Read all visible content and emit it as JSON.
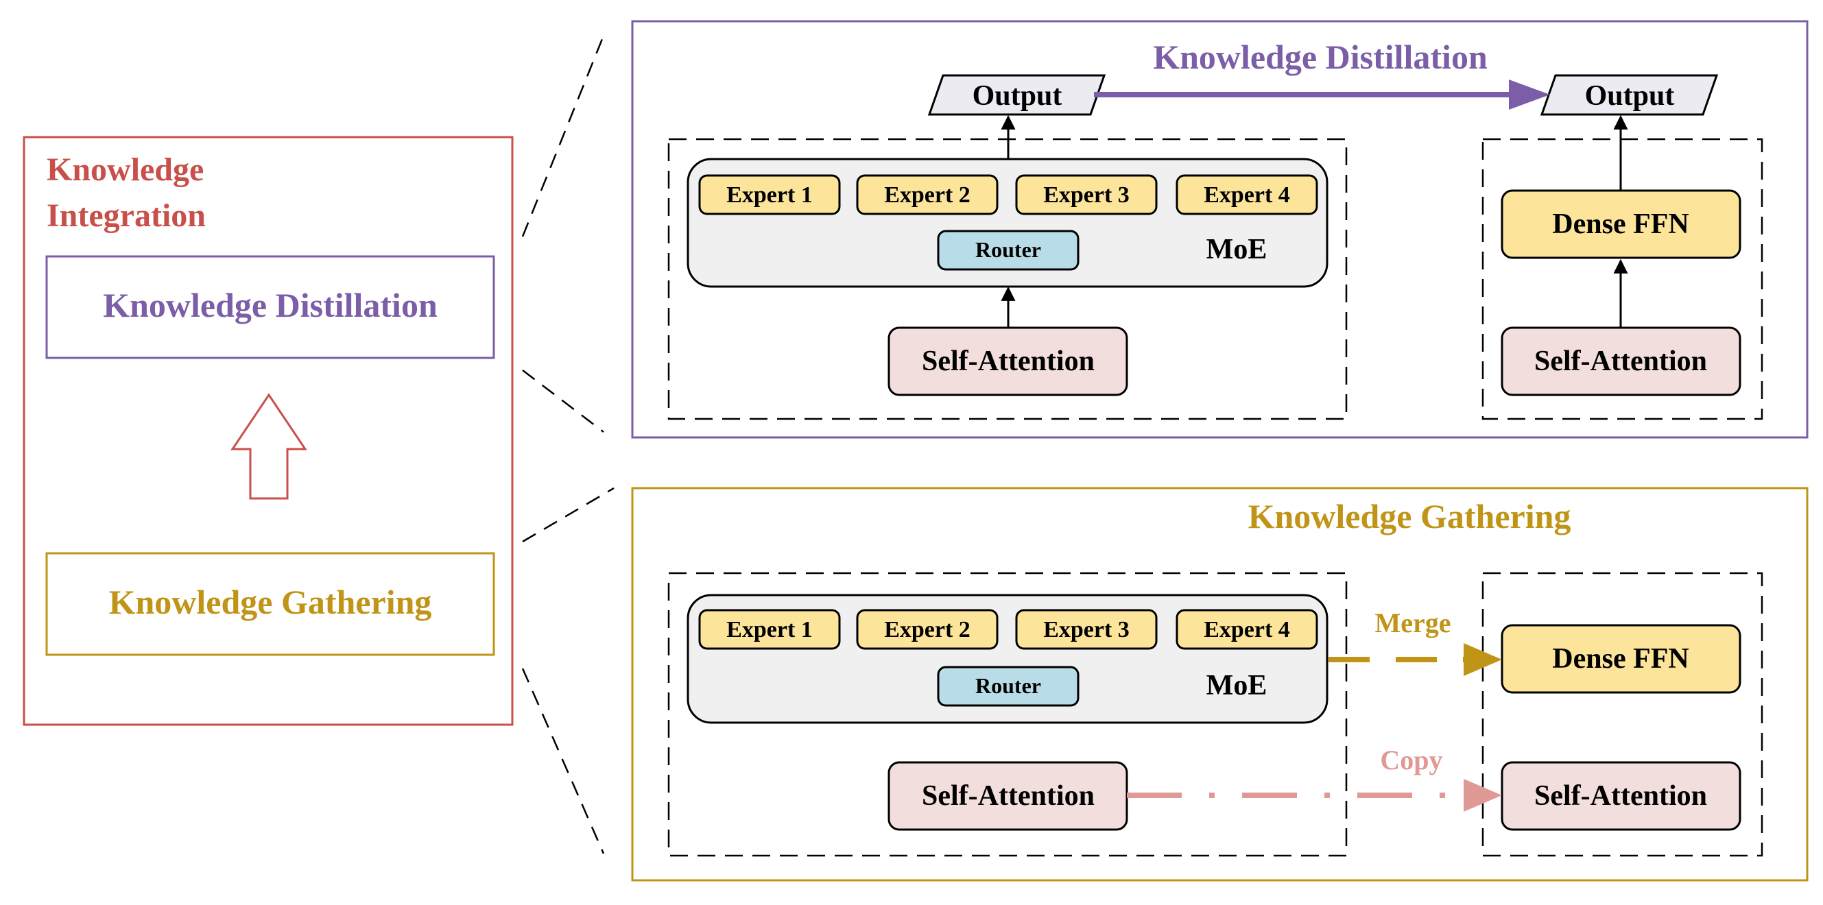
{
  "colors": {
    "integration": "#c9504a",
    "distillation": "#7b5ea7",
    "gathering": "#c09417",
    "expert_fill": "#fce49b",
    "router_fill": "#b9dde8",
    "attention_fill": "#f2dedd",
    "moe_fill": "#f0f0f0",
    "output_fill": "#ecebf2",
    "copy": "#e09a96"
  },
  "integration": {
    "title_line1": "Knowledge",
    "title_line2": "Integration",
    "distillation_label": "Knowledge Distillation",
    "gathering_label": "Knowledge Gathering",
    "arrow_icon": "up-arrow-outline-icon"
  },
  "distillation_panel": {
    "title": "Knowledge Distillation",
    "output_left": "Output",
    "output_right": "Output",
    "experts": [
      "Expert 1",
      "Expert 2",
      "Expert 3",
      "Expert 4"
    ],
    "router": "Router",
    "moe": "MoE",
    "attention_left": "Self-Attention",
    "dense_ffn": "Dense FFN",
    "attention_right": "Self-Attention"
  },
  "gathering_panel": {
    "title": "Knowledge Gathering",
    "experts": [
      "Expert 1",
      "Expert 2",
      "Expert 3",
      "Expert 4"
    ],
    "router": "Router",
    "moe": "MoE",
    "attention_left": "Self-Attention",
    "merge_label": "Merge",
    "copy_label": "Copy",
    "dense_ffn": "Dense FFN",
    "attention_right": "Self-Attention"
  }
}
